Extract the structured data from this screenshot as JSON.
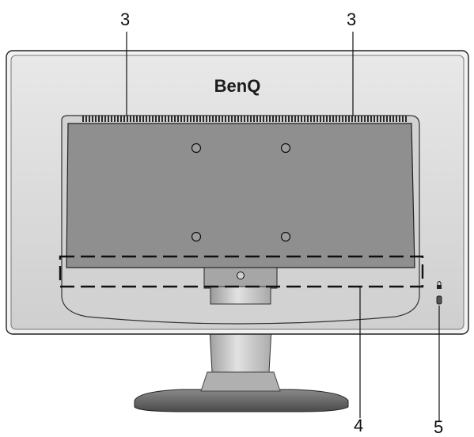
{
  "figure": {
    "brand_logo_text": "BenQ",
    "callouts": [
      {
        "id": "vent-left",
        "label": "3"
      },
      {
        "id": "vent-right",
        "label": "3"
      },
      {
        "id": "cable-area",
        "label": "4"
      },
      {
        "id": "lock-slot",
        "label": "5"
      }
    ]
  },
  "colors": {
    "bezel": "#d8d8d8",
    "back_panel": "#8f8f8f",
    "stand": "#bdbdbd",
    "base": "#6b6b6b",
    "outline": "#1a1a1a"
  }
}
